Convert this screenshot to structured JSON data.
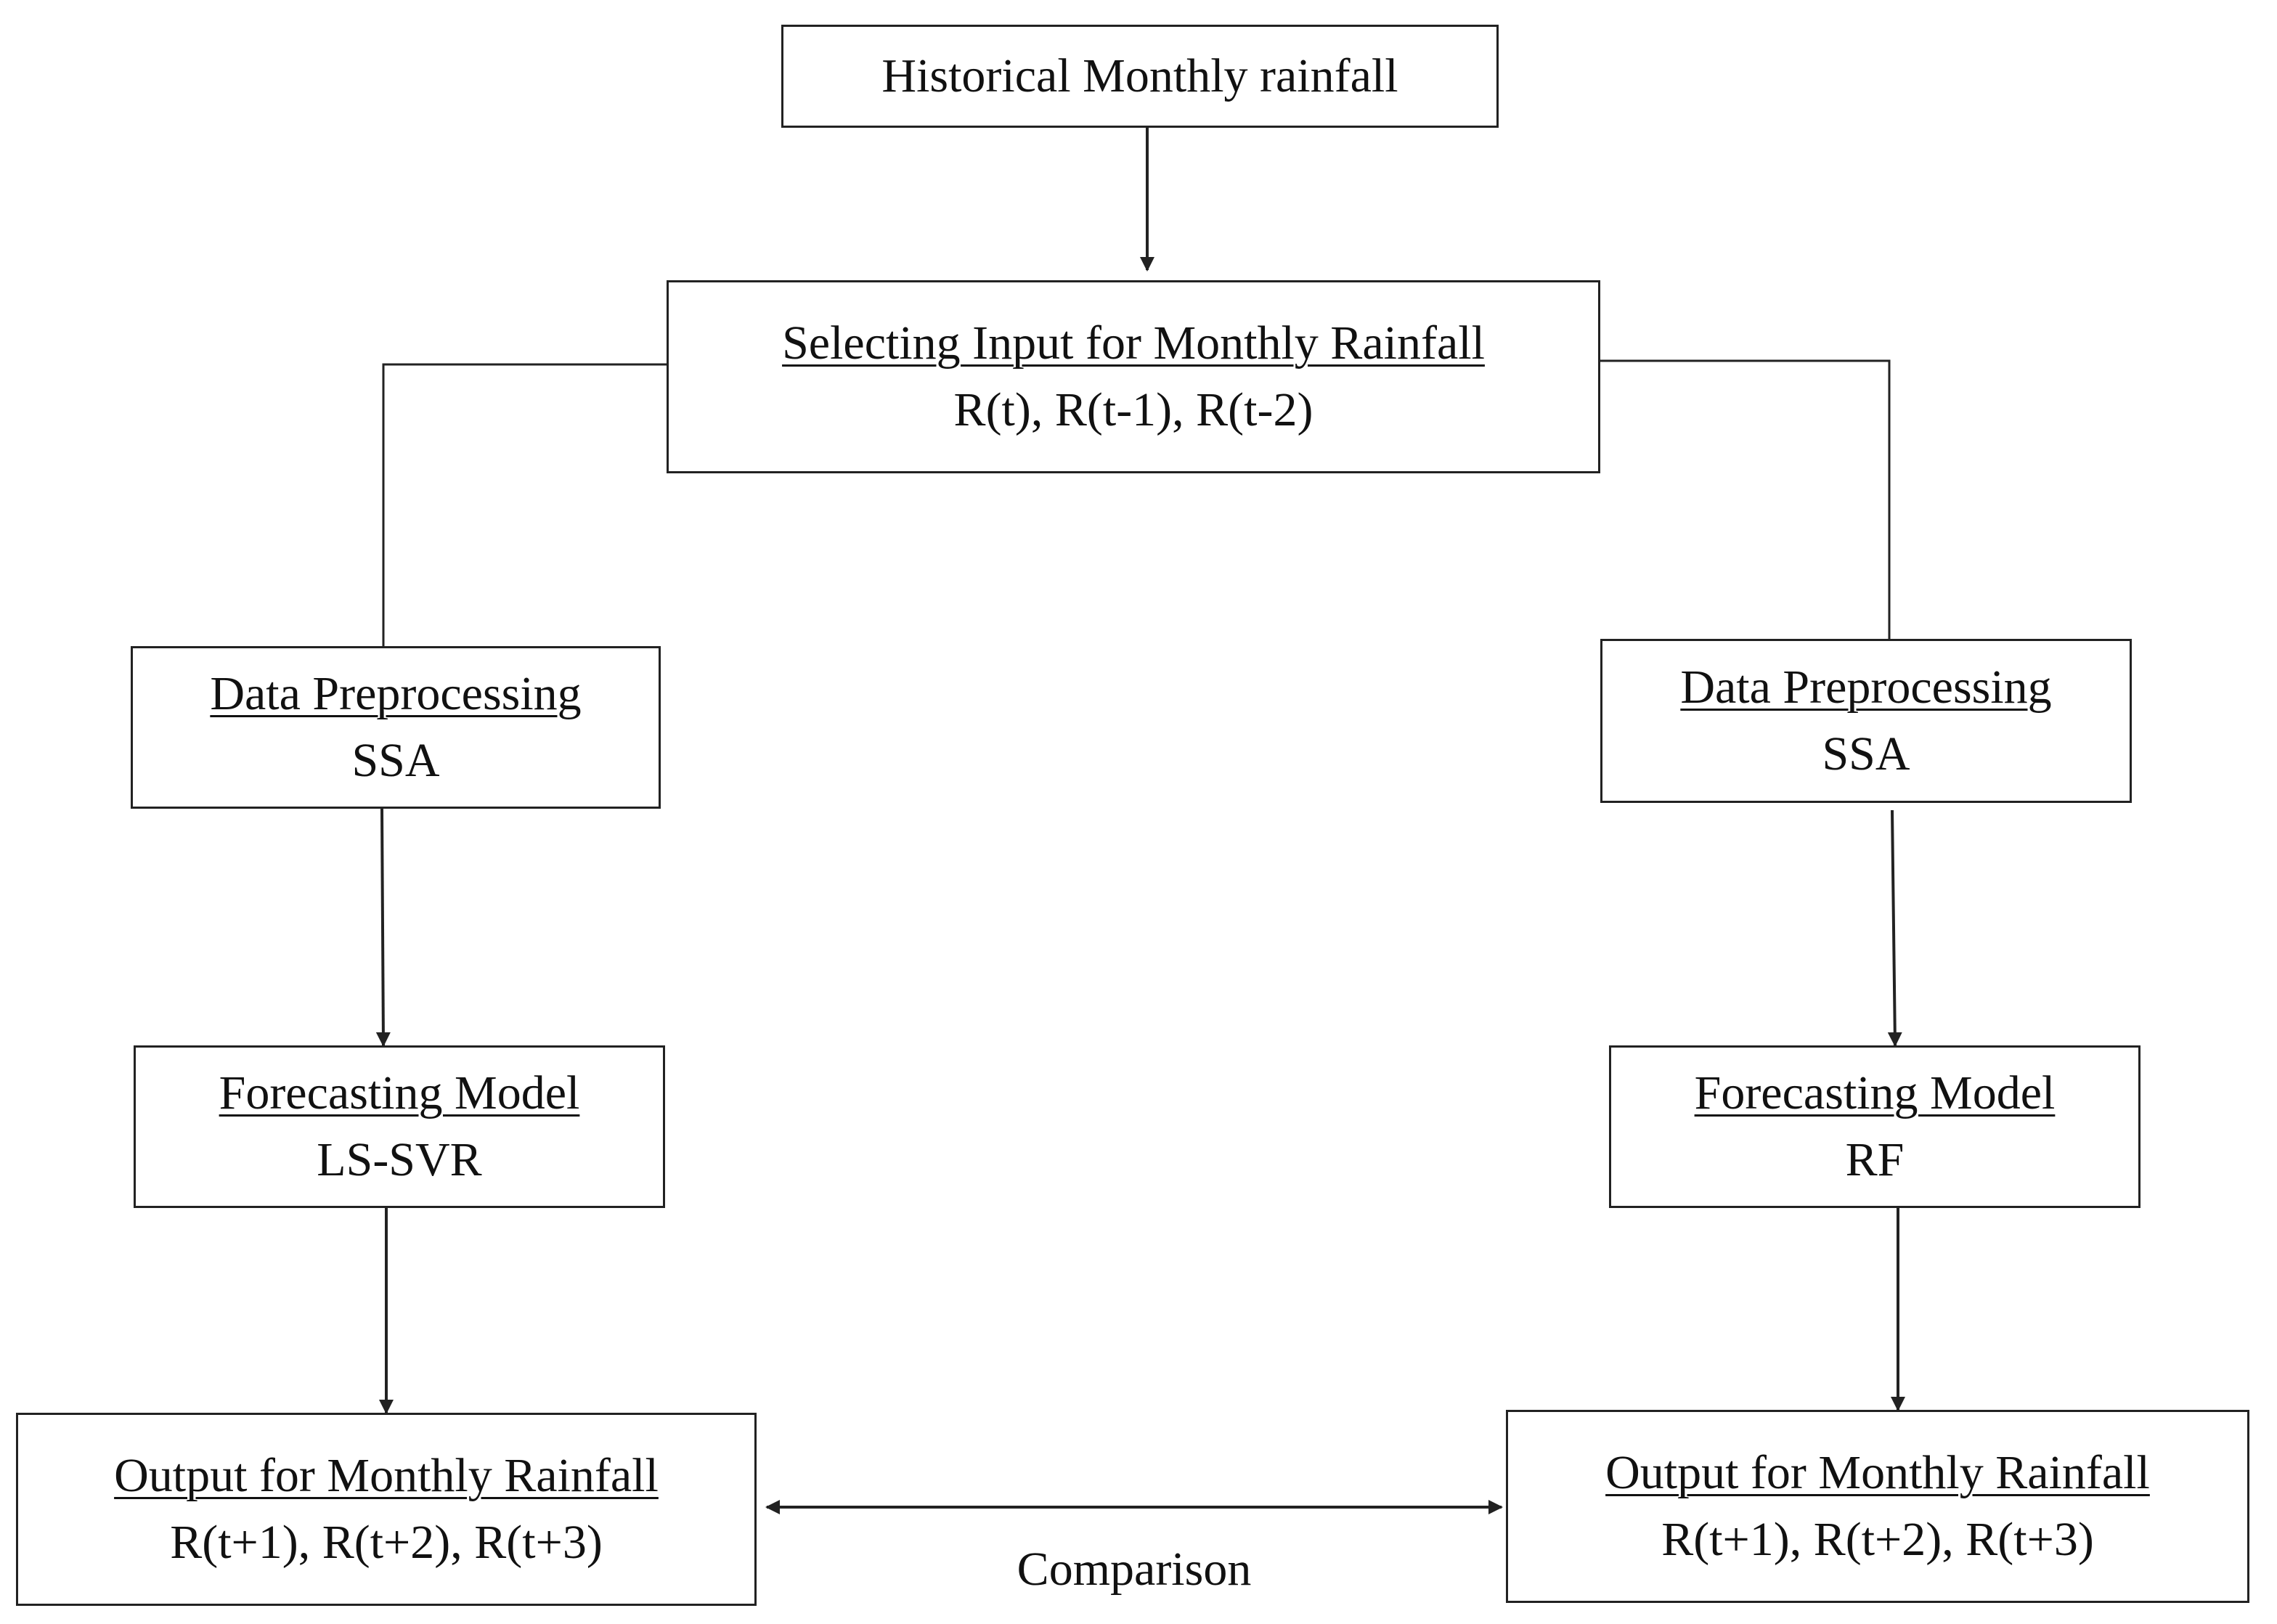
{
  "diagram": {
    "nodes": {
      "historical": {
        "title": "Historical Monthly rainfall"
      },
      "selecting": {
        "title": "Selecting Input for Monthly Rainfall",
        "sub": "R(t), R(t-1), R(t-2)"
      },
      "pre_left": {
        "title": "Data Preprocessing",
        "sub": "SSA"
      },
      "pre_right": {
        "title": "Data Preprocessing",
        "sub": "SSA"
      },
      "model_left": {
        "title": "Forecasting Model",
        "sub": "LS-SVR"
      },
      "model_right": {
        "title": "Forecasting Model",
        "sub": "RF"
      },
      "out_left": {
        "title": "Output for Monthly Rainfall",
        "sub": "R(t+1), R(t+2), R(t+3)"
      },
      "out_right": {
        "title": "Output for Monthly Rainfall",
        "sub": "R(t+1), R(t+2), R(t+3)"
      }
    },
    "edge_labels": {
      "comparison": "Comparison"
    },
    "colors": {
      "line": "#222222",
      "text": "#111111",
      "background": "#ffffff"
    }
  }
}
